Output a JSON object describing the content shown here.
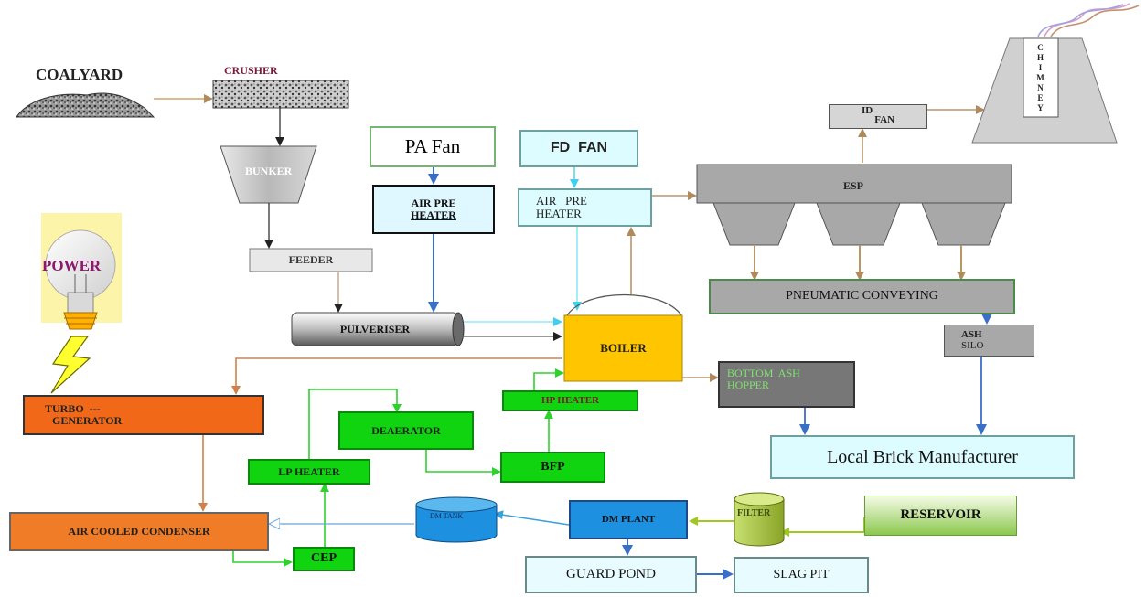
{
  "labels": {
    "coalyard": "COALYARD",
    "crusher": "CRUSHER",
    "bunker": "BUNKER",
    "feeder": "FEEDER",
    "pulveriser": "PULVERISER",
    "pa_fan": "PA Fan",
    "air_pre_heater_1_line1": "AIR PRE",
    "air_pre_heater_1_line2": "HEATER",
    "fd_fan": "FD  FAN",
    "air_pre_heater_2_line1": "AIR   PRE",
    "air_pre_heater_2_line2": "HEATER",
    "boiler": "BOILER",
    "esp": "ESP",
    "id_fan_id": "ID",
    "id_fan_fan": "FAN",
    "chimney": "CHIMNEY",
    "pneumatic_conveying": "PNEUMATIC CONVEYING",
    "ash_silo_line1": "ASH",
    "ash_silo_line2": "SILO",
    "bottom_ash_line1": "BOTTOM  ASH",
    "bottom_ash_line2": "HOPPER",
    "local_brick": "Local Brick Manufacturer",
    "power": "POWER",
    "turbo_line1": "TURBO  ---",
    "turbo_line2": "GENERATOR",
    "hp_heater": "HP HEATER",
    "deaerator": "DEAERATOR",
    "bfp": "BFP",
    "lp_heater": "LP HEATER",
    "air_cooled_condenser": "AIR COOLED CONDENSER",
    "cep": "CEP",
    "dm_tank": "DM TANK",
    "dm_plant": "DM PLANT",
    "filter": "FILTER",
    "reservoir": "RESERVOIR",
    "guard_pond": "GUARD POND",
    "slag_pit": "SLAG PIT"
  },
  "colors": {
    "coal_flow": "#c8a06a",
    "air_flow": "#3a6fc8",
    "light_air_flow": "#7fe3f3",
    "water_flow": "#2fd12f",
    "flue_flow": "#b8966a",
    "power_flow": "#d2804a",
    "dm_flow": "#3aa0d8",
    "filter_flow": "#a0c820"
  }
}
